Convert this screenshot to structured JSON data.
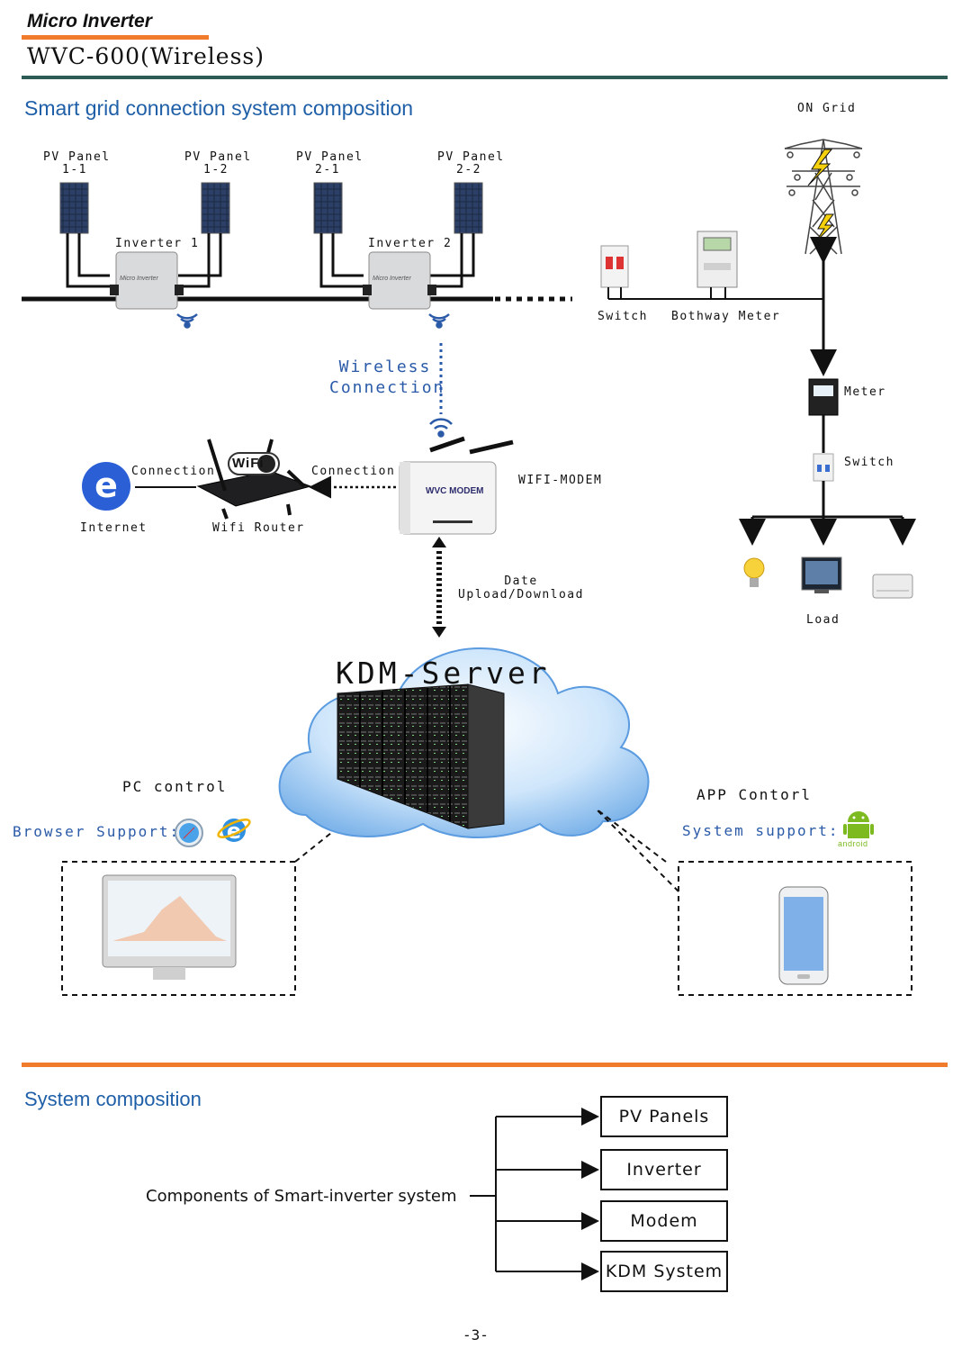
{
  "header": {
    "brand": "Micro Inverter",
    "model": "WVC-600(Wireless)"
  },
  "section1": {
    "title": "Smart grid connection system composition"
  },
  "grid": {
    "on_grid": "ON Grid",
    "pv_panels": [
      {
        "line1": "PV Panel",
        "line2": "1-1"
      },
      {
        "line1": "PV Panel",
        "line2": "1-2"
      },
      {
        "line1": "PV Panel",
        "line2": "2-1"
      },
      {
        "line1": "PV Panel",
        "line2": "2-2"
      }
    ],
    "inverters": [
      "Inverter 1",
      "Inverter 2"
    ],
    "inverter_device_text": "Micro Inverter",
    "switch1": "Switch",
    "bothway_meter": "Bothway Meter",
    "meter": "Meter",
    "switch2": "Switch",
    "load": "Load"
  },
  "network": {
    "wireless_line1": "Wireless",
    "wireless_line2": "Connection",
    "connection_left": "Connection",
    "connection_right": "Connection",
    "wifi_modem": "WIFI-MODEM",
    "modem_logo": "WVC MODEM",
    "wifi_logo": "WiFi",
    "internet": "Internet",
    "wifi_router": "Wifi Router",
    "data_line1": "Date",
    "data_line2": "Upload/Download"
  },
  "server": {
    "title": "KDM-Server"
  },
  "pc": {
    "title": "PC control",
    "browser_support": "Browser Support:"
  },
  "app": {
    "title": "APP Contorl",
    "system_support": "System support:",
    "android_label": "android"
  },
  "section2": {
    "title": "System composition",
    "source": "Components of Smart-inverter system",
    "components": [
      "PV Panels",
      "Inverter",
      "Modem",
      "KDM System"
    ]
  },
  "footer": {
    "page": "-3-"
  },
  "colors": {
    "accent_orange": "#f07b2a",
    "rule_teal": "#2f5b55",
    "heading_blue": "#1f5fa8",
    "wireless_blue": "#2a5aa8"
  }
}
